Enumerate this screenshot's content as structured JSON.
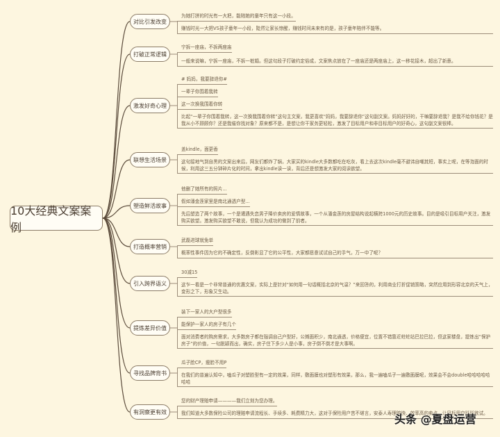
{
  "root": "10大经典文案案例",
  "branches": [
    {
      "label": "对比引发改变",
      "leaves": [
        "为她打拼的时光有一大把，能陪她的童年只有这一小段。",
        "赚钱时光一大把VS孩子童年一小段，陡然让家长惊醒，赚钱时间未来有的是，孩子童年陪伴不能等。"
      ]
    },
    {
      "label": "打破正常逻辑",
      "leaves": [
        "宁拆一座庙，不拆两座庙",
        "一般来说嘛，宁拆一座庙，不拆一桩婚。但这句段子打破约定俗成，文案焦点放在了一座庙还是两座庙上，这一移花接木，超出了新意。"
      ]
    },
    {
      "label": "激发好奇心理",
      "leaves": [
        "# 妈妈，我要辞退你#",
        "一辈子你围着我转",
        "这一次换我围着你转",
        "比起“一辈子你围着我转，这一次换我围着你转”这句主文案，我更喜欢“妈妈，我要辞退你”这句副文案。妈妈好好的，干嘛要辞退我？是我不给你钱花？是我从小不顾顾你？还是我催你找对象？原来都不是，是想让你干家务更轻松，激发了目标用户和非目标用户的好奇心，这句副文案很棒。"
      ]
    },
    {
      "label": "联想生活场景",
      "leaves": [
        "盖kindle，面更香",
        "这句接地气到自黑的文案出来后，网友们都炸了锅，大家买的kindle大多数都吃在吃灰，看上去这次kindle毫不避讳自嘲其短，事实上呢，在等泡面的时候，利用这三五分钟碎片化的时间，拿出kindle读一读，背后还是想激发大家的阅读欲望。"
      ]
    },
    {
      "label": "塑造鲜活故事",
      "leaves": [
        "他删了她所有的照片...",
        "假如潘金莲家里是南北通透户型...",
        "先后塑造了两个故事，一个是遭遇失恋男子降价卖房的爱情故事，一个从潘金莲的房屋结构说起横跨1000元的历史故事。目的是吸引目标用户关注，激发购买欲望。激发购买欲望不敢说，但我认为成功的做到了前者。"
      ]
    },
    {
      "label": "打造概率营销",
      "leaves": [
        "武磊进球就免单",
        "概率性事件因为它的不确定性，反倒彰显了它的公平性，大家都愿意试试自己的手气，万一中了呢？"
      ]
    },
    {
      "label": "引入跨界语义",
      "leaves": [
        "30减15",
        "这乍一看是一个非常普通的优惠文案，实际上是针对“如何用一句话概括北京的气温？”来回答的，利用商业打折促销策略，突然应用到形容北京的天气上，变形之下，形象又生动。"
      ]
    },
    {
      "label": "提炼差异价值",
      "leaves": [
        "装下一家人的大户型很多",
        "能保护一家人的房子有几个",
        "面对消费者的购房需求，大多数房子都在强调自己户型好，公摊面积少，南北通透，价格便宜，位置不错靠近蛀蛀站巴拉巴拉，但这家楼盘，提炼出“保护房子”的价值，一句脱颖而出，确实，房子住下多少人是小事，房子倒不倒才是大事啊。"
      ]
    },
    {
      "label": "寻找品牌背书",
      "leaves": [
        "瓜子脸CP，瘦脸不用P",
        "在我们的普遍认知中，嗑瓜子对塑脸型有一定的效果，同样，敷面膜也对塑形有效果，那么，我一遍嗑瓜子一遍敷面膜呢，效果会不会double哈哈哈哈哈哈哈"
      ]
    },
    {
      "label": "有洞察更有效",
      "leaves": [
        "您的财产理赔申请————我们立刻为您办理。",
        "我们知道大多数保险公司的理赔申请流程长、手续多、耗费精力大，这对于保险用户苦不堪言，安泰人寿理赔快、效率高的卖点，让目标用户跃跃欲试。"
      ]
    }
  ],
  "watermark": "头条 @夏盘运营",
  "colors": {
    "background": "#fdf6e0",
    "line": "#8a7a65",
    "text": "#6b5a45"
  }
}
